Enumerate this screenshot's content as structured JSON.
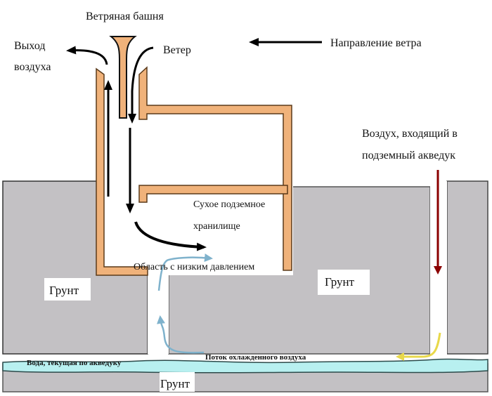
{
  "diagram": {
    "labels": {
      "tower": "Ветряная башня",
      "air_exit_line1": "Выход",
      "air_exit_line2": "воздуха",
      "wind": "Ветер",
      "wind_direction": "Направление ветра",
      "air_in_line1": "Воздух, входящий в",
      "air_in_line2": "подземный акведук",
      "storage_line1": "Сухое подземное",
      "storage_line2": "хранилище",
      "low_pressure": "Область с низким давлением",
      "ground_left": "Грунт",
      "ground_right": "Грунт",
      "ground_bottom": "Грунт",
      "water": "Вода, текущая по акведуку",
      "cooled_air": "Поток охлажденного воздуха"
    },
    "colors": {
      "wall": "#f0b27a",
      "ground": "#c3c1c4",
      "water": "#b8f0f0",
      "arrow_black": "#000000",
      "arrow_blue": "#7fb2cc",
      "arrow_red": "#8b0000",
      "arrow_yellow": "#e8d84a"
    }
  }
}
